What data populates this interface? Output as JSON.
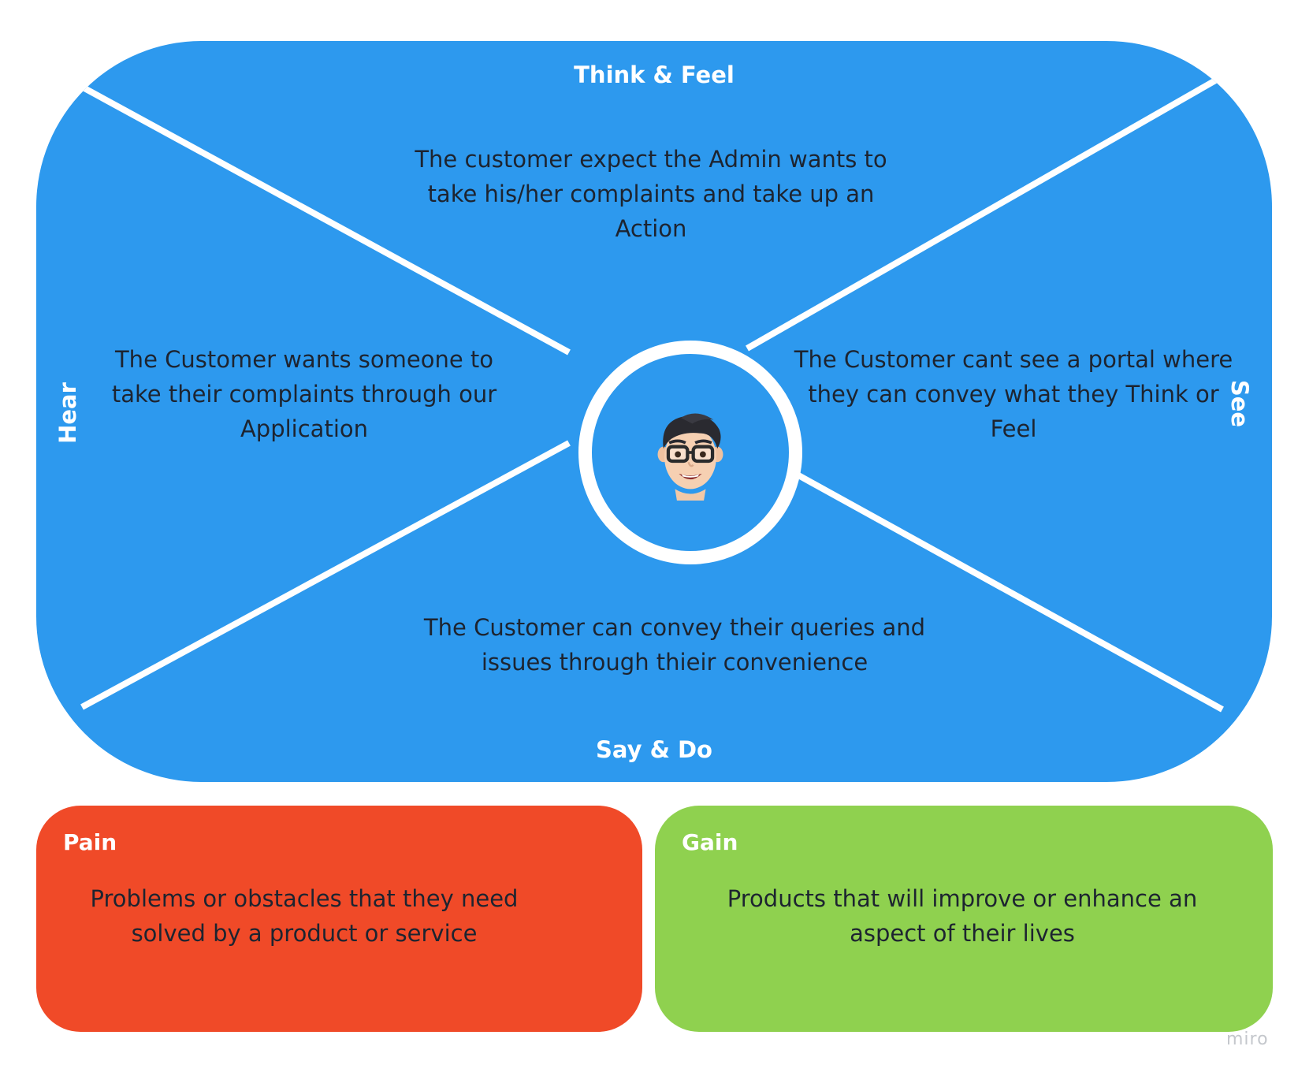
{
  "colors": {
    "board": "#2d99ee",
    "pain": "#f04a28",
    "gain": "#8fd14f",
    "divider": "#ffffff",
    "body_text": "#1d2430"
  },
  "empathy_map": {
    "think_feel": {
      "title": "Think & Feel",
      "text": "The customer expect the Admin wants to take his/her complaints and take up an Action"
    },
    "hear": {
      "title": "Hear",
      "text": "The Customer wants someone to take their complaints through our Application"
    },
    "see": {
      "title": "See",
      "text": "The Customer cant see a portal where they can convey what they Think or Feel"
    },
    "say_do": {
      "title": "Say & Do",
      "text": "The Customer can convey their queries and issues through thieir convenience"
    },
    "center_icon": "persona-avatar-icon"
  },
  "pain": {
    "title": "Pain",
    "text": "Problems or obstacles that they need solved by a product or service"
  },
  "gain": {
    "title": "Gain",
    "text": "Products that will improve or enhance an aspect of their lives"
  },
  "watermark": "miro"
}
